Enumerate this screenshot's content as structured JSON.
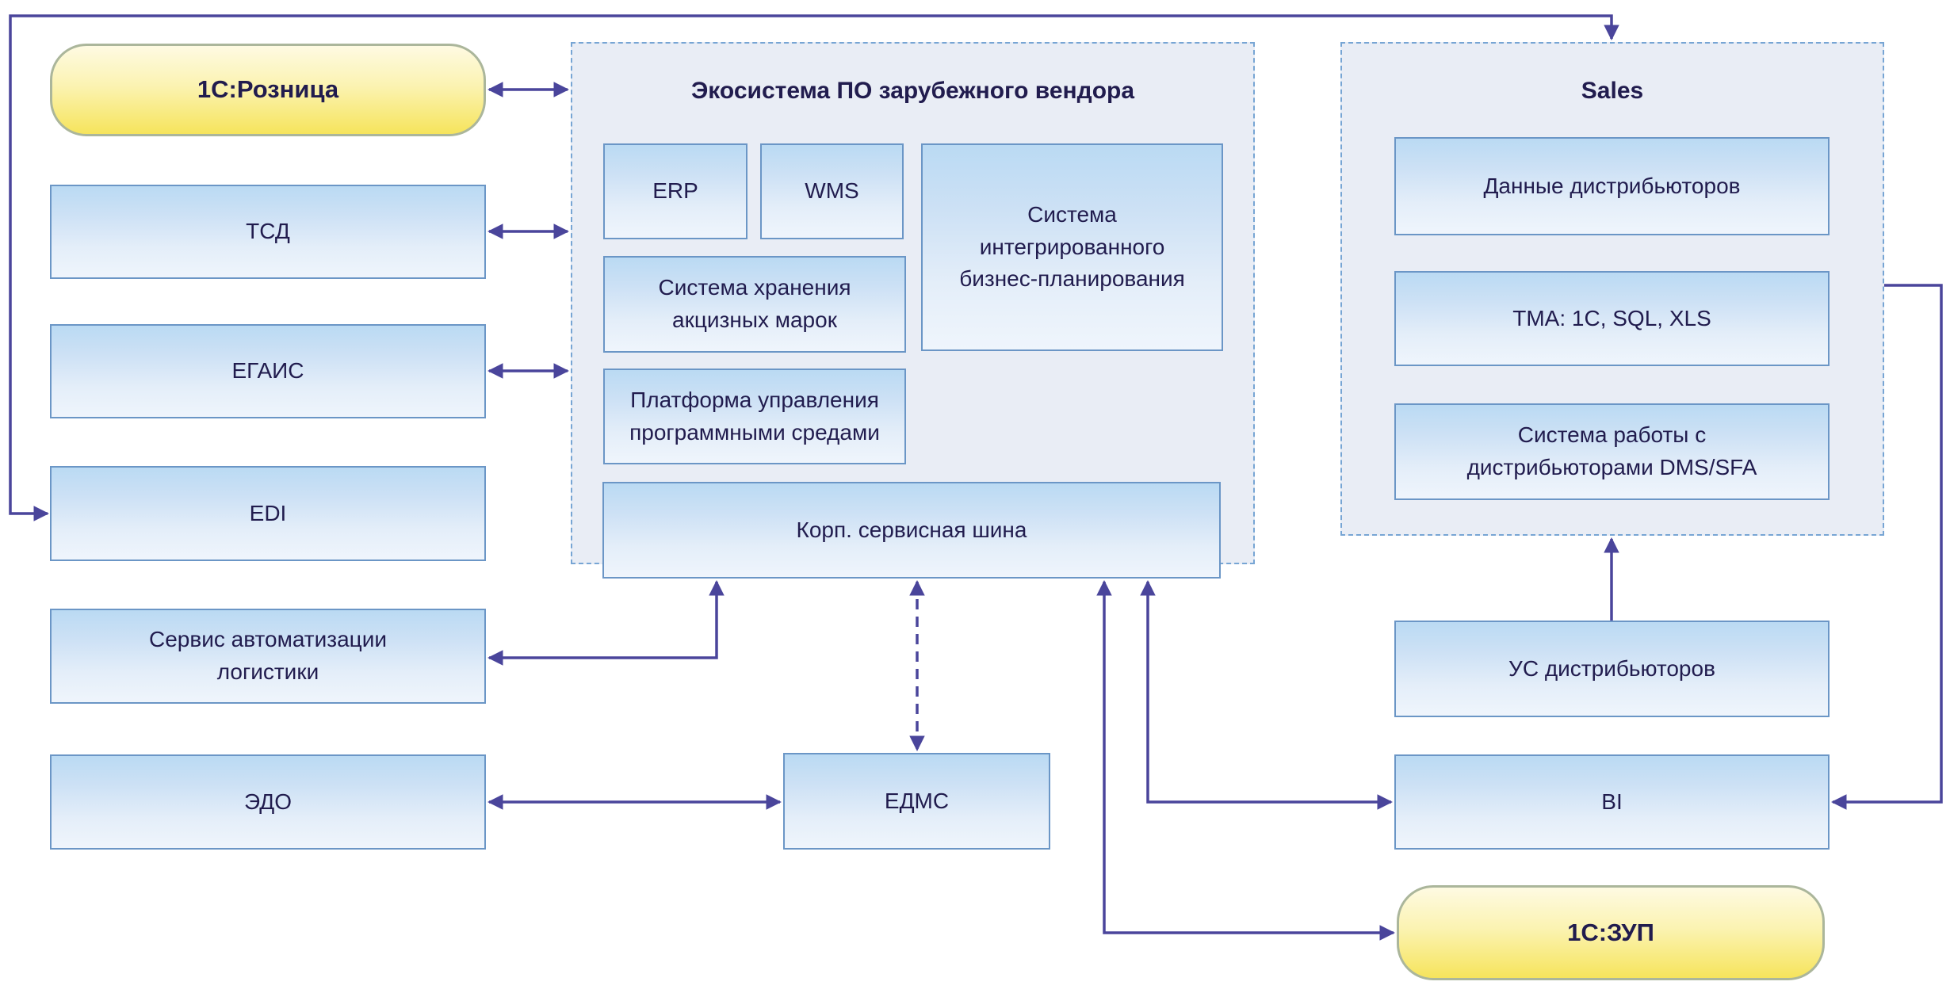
{
  "nodes": {
    "roznitsa": "1С:Розница",
    "tsd": "ТСД",
    "egais": "ЕГАИС",
    "edi": "EDI",
    "logistics": "Сервис автоматизации логистики",
    "edo": "ЭДО",
    "erp": "ERP",
    "wms": "WMS",
    "ibp": "Система интегрированного бизнес-планирования",
    "excise": "Система хранения акцизных марок",
    "platform": "Платформа управления программными средами",
    "bus": "Корп. сервисная шина",
    "distributors_data": "Данные дистрибьюторов",
    "tma": "ТМА: 1С, SQL, XLS",
    "dms": "Система работы с дистрибьюторами DMS/SFA",
    "us_distributors": "УС дистрибьюторов",
    "bi": "BI",
    "zup": "1С:ЗУП",
    "edms": "ЕДМС"
  },
  "containers": {
    "vendor_ecosystem_title": "Экосистема ПО зарубежного вендора",
    "sales_title": "Sales"
  },
  "connectors": [
    {
      "from": "1С:Розница",
      "to": "Экосистема ПО зарубежного вендора",
      "arrows": "both",
      "style": "solid"
    },
    {
      "from": "ТСД",
      "to": "Экосистема ПО зарубежного вендора",
      "arrows": "both",
      "style": "solid"
    },
    {
      "from": "ЕГАИС",
      "to": "Экосистема ПО зарубежного вендора",
      "arrows": "both",
      "style": "solid"
    },
    {
      "from": "EDI",
      "to": "Sales",
      "arrows": "both",
      "style": "solid",
      "route": "around-top-left"
    },
    {
      "from": "Сервис автоматизации логистики",
      "to": "Корп. сервисная шина",
      "arrows": "both",
      "style": "solid"
    },
    {
      "from": "ЭДО",
      "to": "ЕДМС",
      "arrows": "both",
      "style": "solid"
    },
    {
      "from": "Корп. сервисная шина",
      "to": "ЕДМС",
      "arrows": "both",
      "style": "dashed"
    },
    {
      "from": "Корп. сервисная шина",
      "to": "BI",
      "arrows": "both",
      "style": "solid"
    },
    {
      "from": "Корп. сервисная шина",
      "to": "1С:ЗУП",
      "arrows": "both",
      "style": "solid"
    },
    {
      "from": "Sales",
      "to": "BI",
      "arrows": "end",
      "style": "solid",
      "route": "around-right"
    },
    {
      "from": "УС дистрибьюторов",
      "to": "Sales",
      "arrows": "end",
      "style": "solid"
    }
  ],
  "colors": {
    "line": "#4a459b",
    "text": "#211c4e",
    "blue_box_top": "#badaf3",
    "blue_box_bottom": "#eff5fc",
    "blue_box_border": "#6b96c6",
    "yellow_box_top": "#fefae2",
    "yellow_box_bottom": "#f6e45c",
    "yellow_box_border": "#abb69b",
    "container_fill": "#e9edf5",
    "container_border": "#77a5d4"
  }
}
